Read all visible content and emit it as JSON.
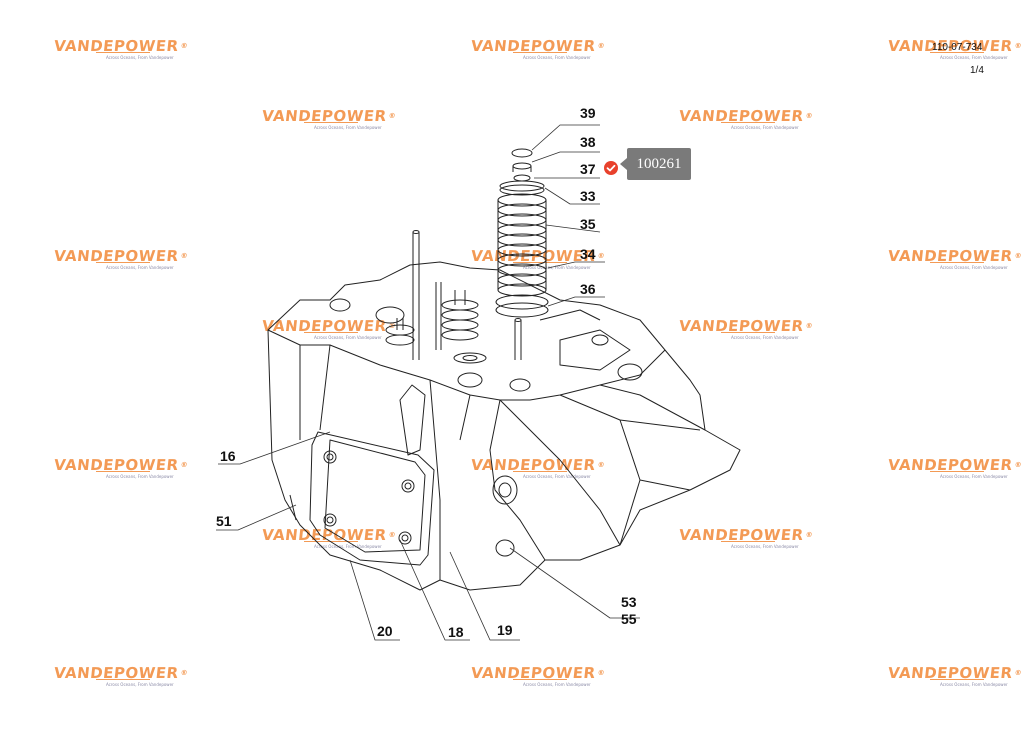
{
  "header": {
    "doc_code": "110-07-734",
    "page": "1/4"
  },
  "watermark": {
    "brand": "VANDEPOWER",
    "registered": "®",
    "tagline": "Across Oceans, From Vandepower"
  },
  "selected_part": {
    "number": "100261",
    "badge_color": "#7a7a7a",
    "check_color": "#e8412c",
    "check_icon": "check-circle-icon"
  },
  "callouts": {
    "c39": "39",
    "c38": "38",
    "c37": "37",
    "c33": "33",
    "c35": "35",
    "c34": "34",
    "c36": "36",
    "c16": "16",
    "c51": "51",
    "c53": "53",
    "c55": "55",
    "c20": "20",
    "c18": "18",
    "c19": "19"
  },
  "colors": {
    "watermark": "#f39a55",
    "line": "#222222"
  }
}
